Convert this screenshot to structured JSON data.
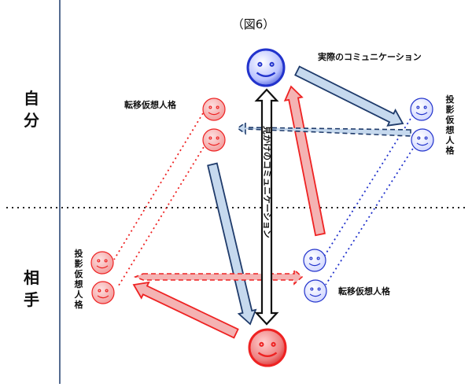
{
  "figure": {
    "title": "（図6）"
  },
  "sides": {
    "self": [
      "自",
      "分"
    ],
    "other": [
      "相",
      "手"
    ]
  },
  "labels": {
    "actual_communication": "実際のコミュニケーション",
    "apparent_communication": "見かけのコミュニケーション",
    "transfer_self": "転移仮想人格",
    "transfer_other": "転移仮想人格",
    "projection_self": [
      "投",
      "影",
      "仮",
      "想",
      "人",
      "格"
    ],
    "projection_other": [
      "投",
      "影",
      "仮",
      "想",
      "人",
      "格"
    ]
  },
  "colors": {
    "blue": "#2233cc",
    "blue_light": "#dde0ff",
    "red": "#ee2222",
    "red_light": "#f4a3a3",
    "arrow_blue_fill": "#c6d9ee",
    "arrow_blue_stroke": "#1f3b6b",
    "arrow_red_fill": "#f4b3b3",
    "arrow_red_stroke": "#ee2222"
  }
}
